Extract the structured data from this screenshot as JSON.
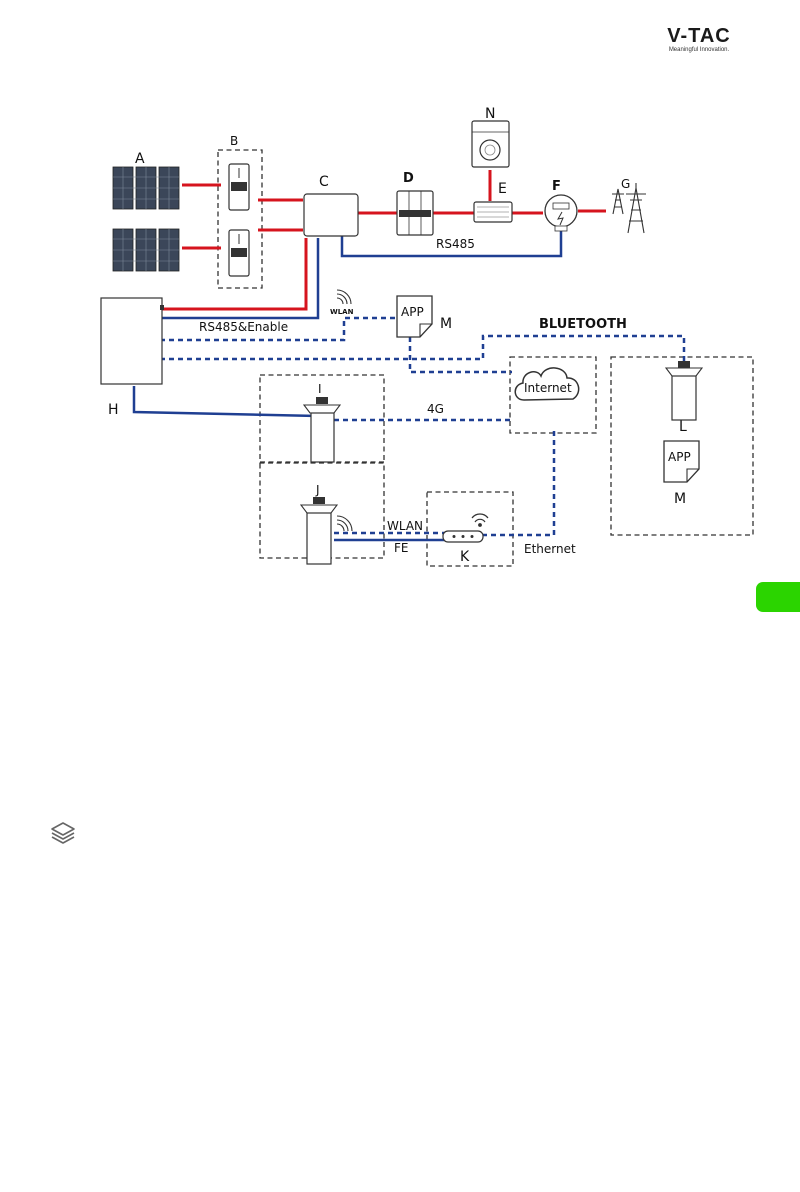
{
  "brand": {
    "name": "V-TAC",
    "tagline": "Meaningful Innovation."
  },
  "labels": {
    "A": "A",
    "B": "B",
    "C": "C",
    "D": "D",
    "E": "E",
    "F": "F",
    "G": "G",
    "H": "H",
    "I": "I",
    "J": "J",
    "K": "K",
    "L": "L",
    "M1": "M",
    "M2": "M",
    "N": "N"
  },
  "links": {
    "rs485_top": "RS485",
    "rs485_enable": "RS485&Enable",
    "wlan_h": "WLAN",
    "bluetooth": "BLUETOOTH",
    "four_g": "4G",
    "wlan_j": "WLAN",
    "fe": "FE",
    "ethernet": "Ethernet"
  },
  "nodes": {
    "app1": "APP",
    "app2": "APP",
    "internet": "Internet"
  },
  "colors": {
    "power_line": "#d6141e",
    "comm_line": "#1f3f92",
    "tab_green": "#2bd400"
  },
  "icons": {
    "side_tab": "green-tab",
    "bottom_icon": "layers-icon"
  }
}
